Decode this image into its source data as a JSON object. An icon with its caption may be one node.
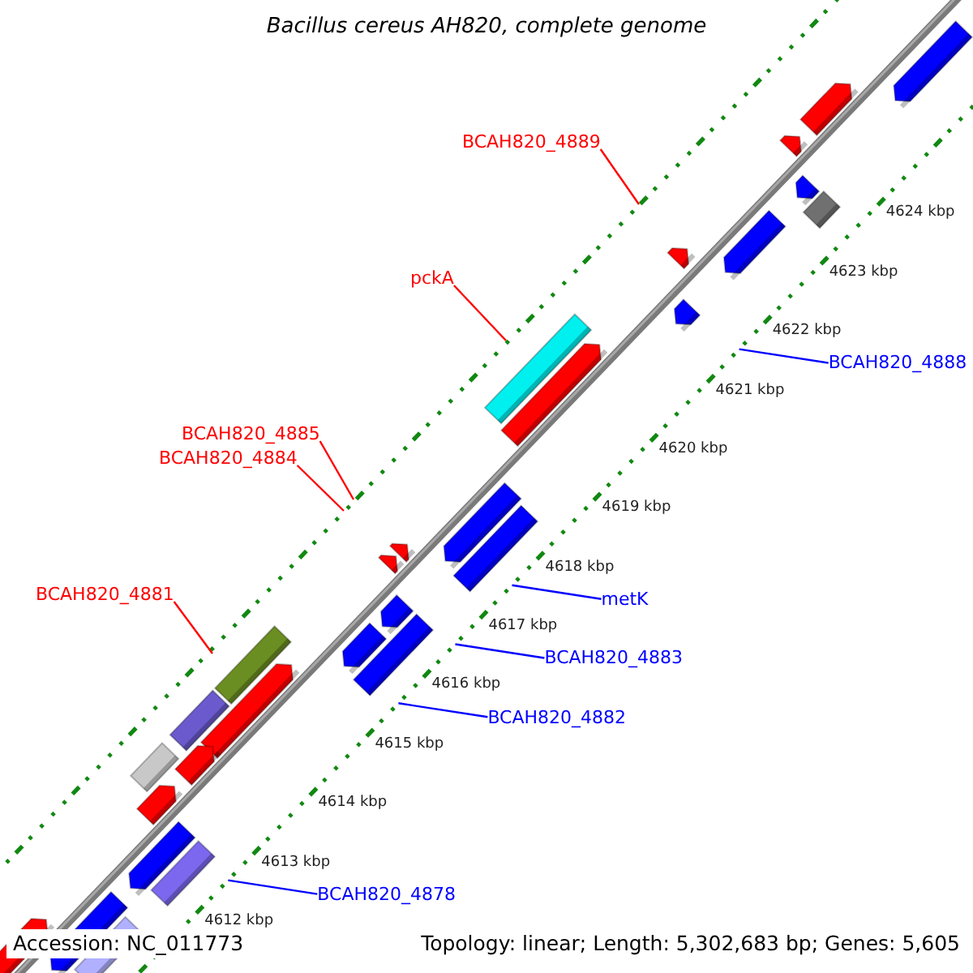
{
  "diagram": {
    "title": "Bacillus cereus AH820, complete genome",
    "nodes": [
      {
        "text": [
          "BCAH820_4889"
        ]
      },
      {
        "text": [
          "pckA"
        ]
      },
      {
        "text": [
          "BCAH820_4888"
        ]
      },
      {
        "text": [
          "BCAH820_4885"
        ]
      },
      {
        "text": [
          "BCAH820_4884"
        ]
      },
      {
        "text": [
          "BCAH820_4881"
        ]
      },
      {
        "text": [
          "metK"
        ]
      },
      {
        "text": [
          "BCAH820_4883"
        ]
      },
      {
        "text": [
          "BCAH820_4882"
        ]
      },
      {
        "text": [
          "BCAH820_4878"
        ]
      }
    ],
    "edges": [
      {
        "from": 0,
        "to": null,
        "arrow": "none"
      },
      {
        "from": 1,
        "to": null,
        "arrow": "none"
      },
      {
        "from": 2,
        "to": null,
        "arrow": "none",
        "color": "#0000ff"
      },
      {
        "from": 3,
        "to": null,
        "arrow": "none"
      },
      {
        "from": 4,
        "to": null,
        "arrow": "none"
      },
      {
        "from": 5,
        "to": null,
        "arrow": "none"
      },
      {
        "from": 6,
        "to": null,
        "arrow": "none",
        "color": "#0000ff"
      },
      {
        "from": 7,
        "to": null,
        "arrow": "none",
        "color": "#0000ff"
      },
      {
        "from": 8,
        "to": null,
        "arrow": "none",
        "color": "#0000ff"
      },
      {
        "from": 9,
        "to": null,
        "arrow": "none",
        "color": "#0000ff"
      }
    ],
    "labels": [
      "4624 kbp",
      "4623 kbp",
      "4622 kbp",
      "4621 kbp",
      "4620 kbp",
      "4619 kbp",
      "4618 kbp",
      "4617 kbp",
      "4616 kbp",
      "4615 kbp",
      "4614 kbp",
      "4613 kbp",
      "4612 kbp",
      "Accession: NC_011773",
      "Topology: linear; Length: 5,302,683 bp; Genes: 5,605"
    ]
  }
}
